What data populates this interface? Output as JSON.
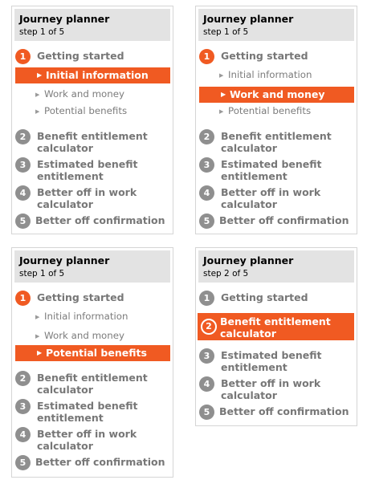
{
  "panels": [
    {
      "title": "Journey planner",
      "step_text": "step 1 of 5",
      "steps": [
        {
          "num": "1",
          "label": "Getting started"
        },
        {
          "num": "2",
          "label": "Benefit entitlement calculator"
        },
        {
          "num": "3",
          "label": "Estimated benefit entitlement"
        },
        {
          "num": "4",
          "label": "Better off in work calculator"
        },
        {
          "num": "5",
          "label": "Better off confirmation"
        }
      ],
      "substeps": [
        "Initial information",
        "Work and money",
        "Potential benefits"
      ]
    },
    {
      "title": "Journey planner",
      "step_text": "step 1 of 5",
      "steps": [
        {
          "num": "1",
          "label": "Getting started"
        },
        {
          "num": "2",
          "label": "Benefit entitlement calculator"
        },
        {
          "num": "3",
          "label": "Estimated benefit entitlement"
        },
        {
          "num": "4",
          "label": "Better off in work calculator"
        },
        {
          "num": "5",
          "label": "Better off confirmation"
        }
      ],
      "substeps": [
        "Initial information",
        "Work and money",
        "Potential benefits"
      ]
    },
    {
      "title": "Journey planner",
      "step_text": "step 1 of 5",
      "steps": [
        {
          "num": "1",
          "label": "Getting started"
        },
        {
          "num": "2",
          "label": "Benefit entitlement calculator"
        },
        {
          "num": "3",
          "label": "Estimated benefit entitlement"
        },
        {
          "num": "4",
          "label": "Better off in work calculator"
        },
        {
          "num": "5",
          "label": "Better off confirmation"
        }
      ],
      "substeps": [
        "Initial information",
        "Work and money",
        "Potential benefits"
      ]
    },
    {
      "title": "Journey planner",
      "step_text": "step 2 of 5",
      "steps": [
        {
          "num": "1",
          "label": "Getting started"
        },
        {
          "num": "2",
          "label": "Benefit entitlement calculator"
        },
        {
          "num": "3",
          "label": "Estimated benefit entitlement"
        },
        {
          "num": "4",
          "label": "Better off in work calculator"
        },
        {
          "num": "5",
          "label": "Better off confirmation"
        }
      ]
    }
  ],
  "colors": {
    "accent": "#f05a22",
    "inactive": "#8f8f8f",
    "header_bg": "#e3e3e3"
  },
  "icons": {
    "arrow": "triangle-right-icon"
  }
}
